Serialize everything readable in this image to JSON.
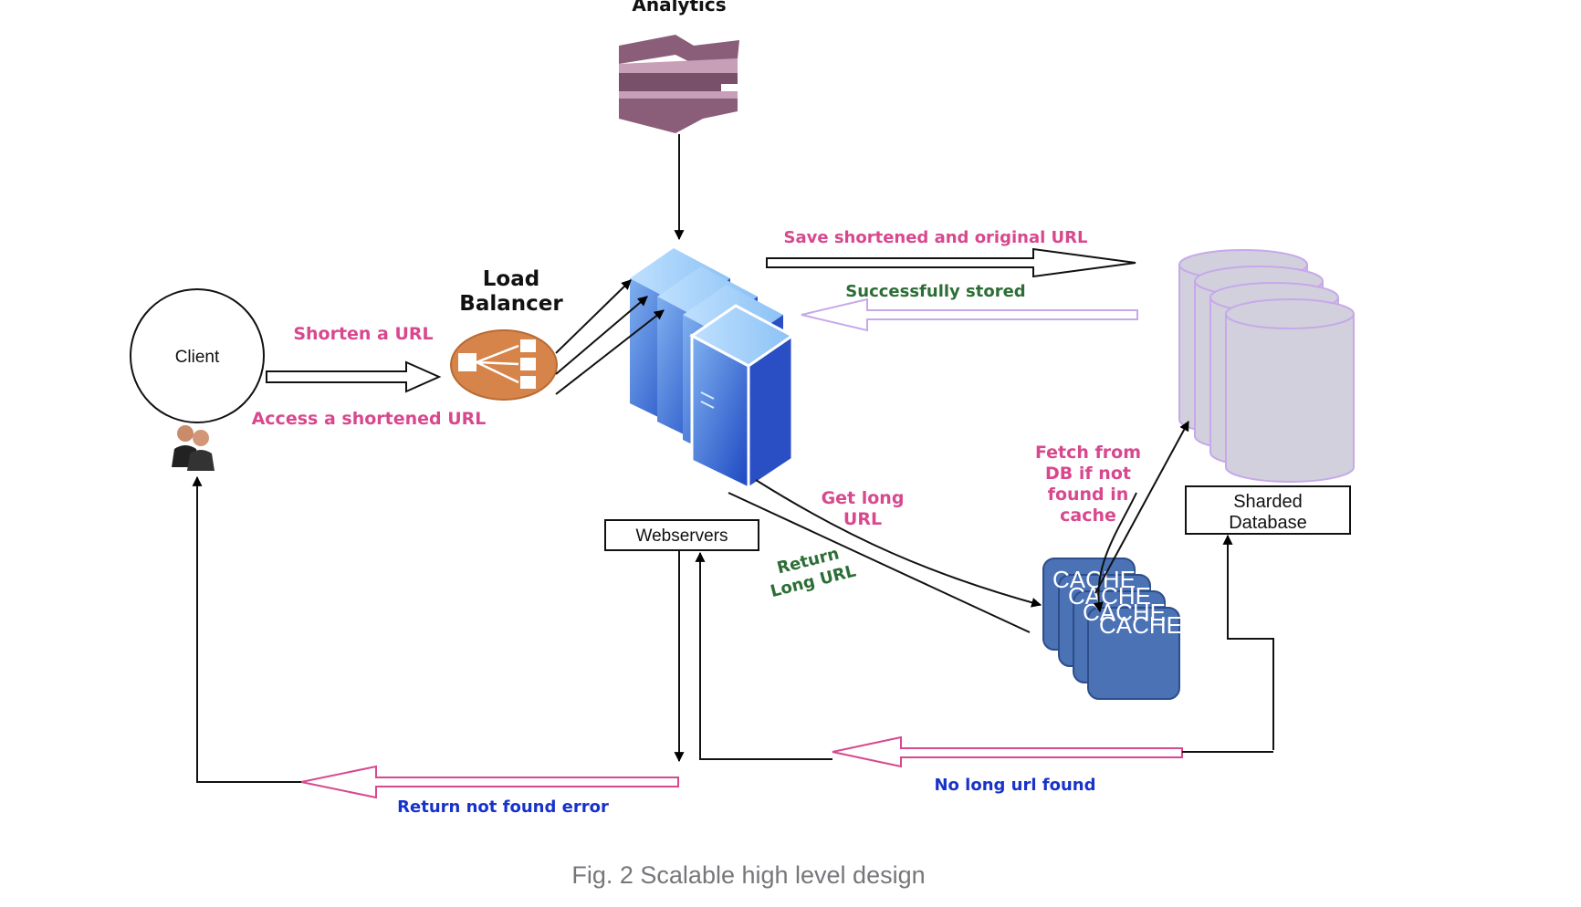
{
  "colors": {
    "pink": "#d8488e",
    "green": "#2c6e36",
    "blue": "#1733c9",
    "lavender": "#c6a9ea",
    "db_fill": "#d2d0dc",
    "cache_fill": "#4a72b4",
    "analytics": "#8a5d78",
    "lb_orange": "#d6844a"
  },
  "icons": {
    "analytics": "kinesis-analytics-icon",
    "load_balancer": "load-balancer-icon",
    "servers": "server-rack-icon",
    "database": "database-cylinder-icon",
    "cache": "cache-stack-icon",
    "client": "users-icon"
  },
  "nodes": {
    "analytics_label": "Analytics",
    "load_balancer_line1": "Load",
    "load_balancer_line2": "Balancer",
    "client_label": "Client",
    "webservers_label": "Webservers",
    "db_label_line1": "Sharded",
    "db_label_line2": "Database",
    "cache_text": "CACHE"
  },
  "edges": {
    "shorten": "Shorten a URL",
    "access": "Access a shortened URL",
    "save": "Save shortened and original URL",
    "stored": "Successfully stored",
    "get_long_line1": "Get long",
    "get_long_line2": "URL",
    "return_long_line1": "Return",
    "return_long_line2": "Long URL",
    "fetch_line1": "Fetch from",
    "fetch_line2": "DB if not",
    "fetch_line3": "found in",
    "fetch_line4": "cache",
    "no_long": "No long url found",
    "not_found": "Return not found error"
  },
  "caption": "Fig. 2 Scalable high level design"
}
